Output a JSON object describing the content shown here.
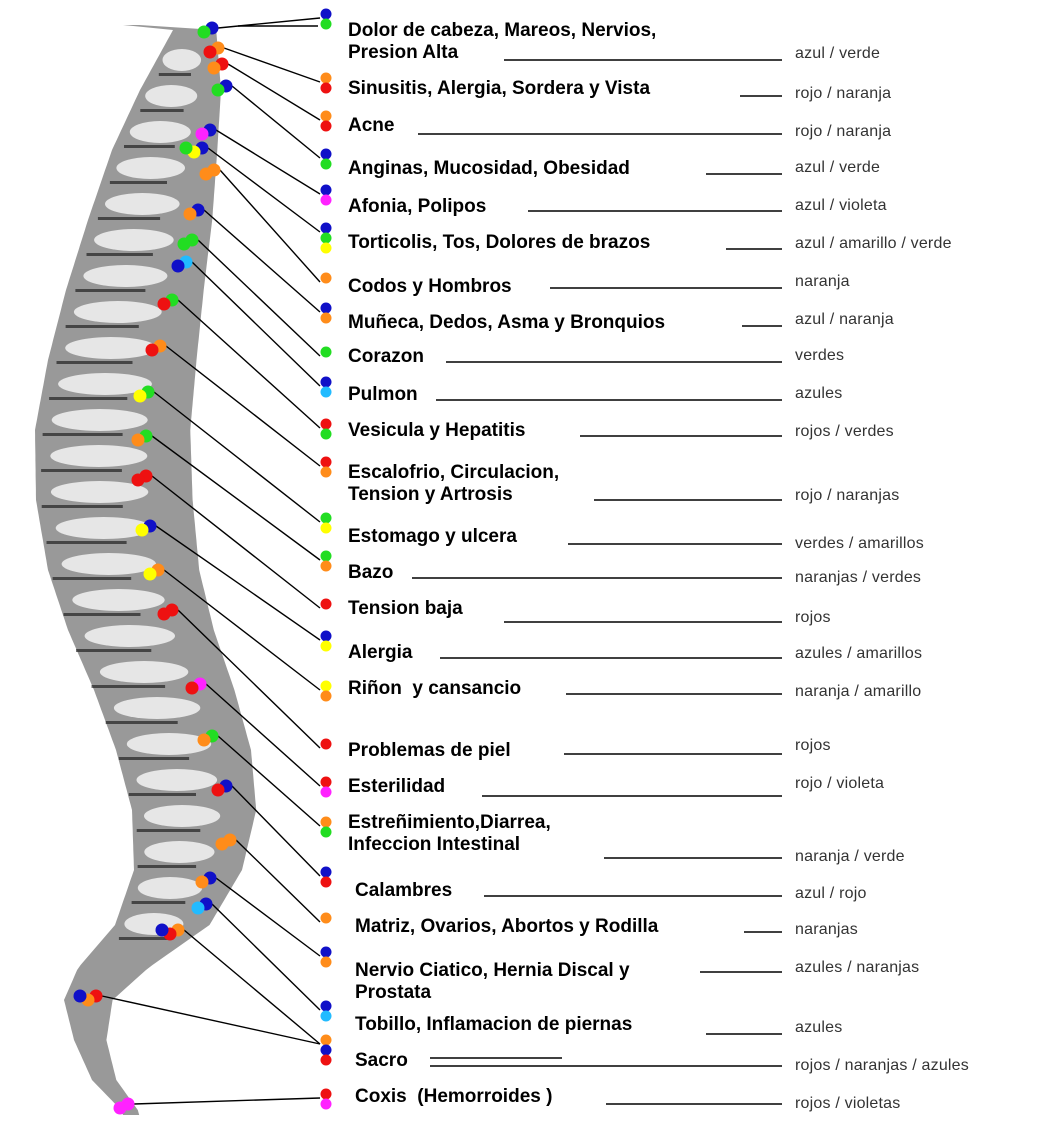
{
  "palette": {
    "azul": "#1010c8",
    "verde": "#22dd22",
    "rojo": "#ee1111",
    "naranja": "#ff8c1a",
    "violeta": "#ff22ff",
    "amarillo": "#ffff00",
    "celeste": "#22bbff",
    "bone": "#999999",
    "bone_light": "#e6e6e6",
    "ink": "#000000"
  },
  "entries": [
    {
      "condition": "Dolor de cabeza, Mareos, Nervios,\nPresion Alta",
      "colors": "azul / verde",
      "marker": [
        "azul",
        "verde"
      ]
    },
    {
      "condition": "Sinusitis, Alergia, Sordera y Vista",
      "colors": "rojo / naranja",
      "marker": [
        "naranja",
        "rojo"
      ]
    },
    {
      "condition": "Acne",
      "colors": "rojo / naranja",
      "marker": [
        "naranja",
        "rojo"
      ]
    },
    {
      "condition": "Anginas, Mucosidad, Obesidad",
      "colors": "azul / verde",
      "marker": [
        "azul",
        "verde"
      ]
    },
    {
      "condition": "Afonia, Polipos",
      "colors": "azul / violeta",
      "marker": [
        "azul",
        "violeta"
      ]
    },
    {
      "condition": "Torticolis, Tos, Dolores de brazos",
      "colors": "azul / amarillo / verde",
      "marker": [
        "azul",
        "verde",
        "amarillo"
      ]
    },
    {
      "condition": "Codos y Hombros",
      "colors": "naranja",
      "marker": [
        "naranja"
      ]
    },
    {
      "condition": "Muñeca, Dedos, Asma y Bronquios",
      "colors": "azul / naranja",
      "marker": [
        "azul",
        "naranja"
      ]
    },
    {
      "condition": "Corazon",
      "colors": "verdes",
      "marker": [
        "verde"
      ]
    },
    {
      "condition": "Pulmon",
      "colors": "azules",
      "marker": [
        "azul",
        "celeste"
      ]
    },
    {
      "condition": "Vesicula y Hepatitis",
      "colors": "rojos / verdes",
      "marker": [
        "rojo",
        "verde"
      ]
    },
    {
      "condition": "Escalofrio, Circulacion,\nTension y Artrosis",
      "colors": "rojo / naranjas",
      "marker": [
        "rojo",
        "naranja"
      ]
    },
    {
      "condition": "Estomago y ulcera",
      "colors": "verdes / amarillos",
      "marker": [
        "verde",
        "amarillo"
      ]
    },
    {
      "condition": "Bazo",
      "colors": "naranjas / verdes",
      "marker": [
        "verde",
        "naranja"
      ]
    },
    {
      "condition": "Tension baja",
      "colors": "rojos",
      "marker": [
        "rojo"
      ]
    },
    {
      "condition": "Alergia",
      "colors": "azules / amarillos",
      "marker": [
        "azul",
        "amarillo"
      ]
    },
    {
      "condition": "Riñon  y cansancio",
      "colors": "naranja / amarillo",
      "marker": [
        "amarillo",
        "naranja"
      ]
    },
    {
      "condition": "Problemas de piel",
      "colors": "rojos",
      "marker": [
        "rojo"
      ]
    },
    {
      "condition": "Esterilidad",
      "colors": "rojo / violeta",
      "marker": [
        "rojo",
        "violeta"
      ]
    },
    {
      "condition": "Estreñimiento,Diarrea,\nInfeccion Intestinal",
      "colors": "naranja / verde",
      "marker": [
        "naranja",
        "verde"
      ]
    },
    {
      "condition": "Calambres",
      "colors": "azul / rojo",
      "marker": [
        "azul",
        "rojo"
      ]
    },
    {
      "condition": "Matriz, Ovarios, Abortos y Rodilla",
      "colors": "naranjas",
      "marker": [
        "naranja"
      ]
    },
    {
      "condition": "Nervio Ciatico, Hernia Discal y\nProstata",
      "colors": "azules / naranjas",
      "marker": [
        "azul",
        "naranja"
      ]
    },
    {
      "condition": "Tobillo, Inflamacion de piernas",
      "colors": "azules",
      "marker": [
        "azul",
        "celeste"
      ]
    },
    {
      "condition": "Sacro",
      "colors": "rojos / naranjas / azules",
      "marker": [
        "naranja",
        "azul",
        "rojo"
      ]
    },
    {
      "condition": "Coxis  (Hemorroides )",
      "colors": "rojos / violetas",
      "marker": [
        "rojo",
        "violeta"
      ]
    }
  ],
  "spine_dots": [
    [
      "azul",
      "verde"
    ],
    [
      "naranja",
      "rojo"
    ],
    [
      "rojo",
      "naranja"
    ],
    [
      "azul",
      "verde"
    ],
    [
      "azul",
      "violeta"
    ],
    [
      "azul",
      "amarillo",
      "verde"
    ],
    [
      "naranja",
      "naranja"
    ],
    [
      "azul",
      "naranja"
    ],
    [
      "verde",
      "verde"
    ],
    [
      "celeste",
      "azul"
    ],
    [
      "verde",
      "rojo"
    ],
    [
      "naranja",
      "rojo"
    ],
    [
      "verde",
      "amarillo"
    ],
    [
      "verde",
      "naranja"
    ],
    [
      "rojo",
      "rojo"
    ],
    [
      "azul",
      "amarillo"
    ],
    [
      "naranja",
      "amarillo"
    ],
    [
      "rojo",
      "rojo"
    ],
    [
      "violeta",
      "rojo"
    ],
    [
      "verde",
      "naranja"
    ],
    [
      "azul",
      "rojo"
    ],
    [
      "naranja",
      "naranja"
    ],
    [
      "azul",
      "naranja"
    ],
    [
      "azul",
      "celeste"
    ],
    [
      "naranja",
      "rojo",
      "azul"
    ],
    [
      "rojo",
      "naranja",
      "azul"
    ],
    [
      "violeta",
      "violeta"
    ]
  ]
}
